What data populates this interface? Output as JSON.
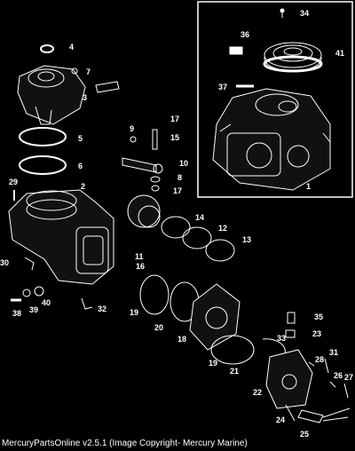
{
  "caption": "MercuryPartsOnline v2.5.1 (Image Copyright- Mercury Marine)",
  "callouts": [
    "34",
    "36",
    "41",
    "37",
    "1",
    "4",
    "7",
    "3",
    "5",
    "6",
    "29",
    "2",
    "9",
    "17",
    "15",
    "10",
    "8",
    "17",
    "14",
    "12",
    "13",
    "11",
    "16",
    "30",
    "38",
    "39",
    "40",
    "32",
    "19",
    "20",
    "18",
    "35",
    "23",
    "33",
    "19",
    "21",
    "28",
    "31",
    "26",
    "22",
    "27",
    "24",
    "25"
  ]
}
